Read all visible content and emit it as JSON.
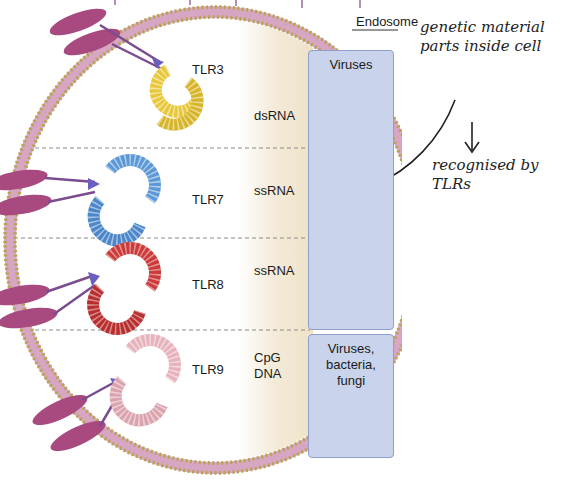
{
  "diagram": {
    "nodes": [
      {
        "text": [
          "Viruses"
        ]
      },
      {
        "text": [
          "Viruses, bacteria, fungi"
        ]
      }
    ],
    "labels": [
      "Endosome",
      "TLR3",
      "dsRNA",
      "TLR7",
      "ssRNA",
      "TLR8",
      "ssRNA",
      "TLR9",
      "CpG DNA",
      "genetic material parts inside cell",
      "recognised by TLRs"
    ]
  }
}
